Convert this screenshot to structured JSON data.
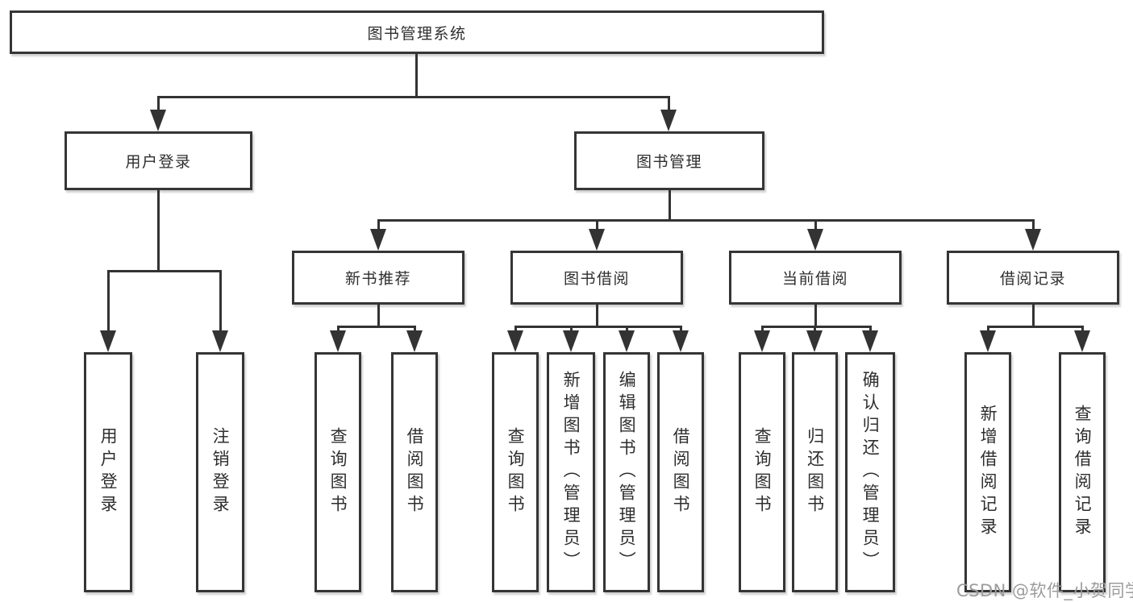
{
  "tree": {
    "root": {
      "label": "图书管理系统",
      "children": [
        {
          "label": "用户登录",
          "children": [
            {
              "label": "用户登录"
            },
            {
              "label": "注销登录"
            }
          ]
        },
        {
          "label": "图书管理",
          "children": [
            {
              "label": "新书推荐",
              "children": [
                {
                  "label": "查询图书"
                },
                {
                  "label": "借阅图书"
                }
              ]
            },
            {
              "label": "图书借阅",
              "children": [
                {
                  "label": "查询图书"
                },
                {
                  "label": "新增图书（管理员）"
                },
                {
                  "label": "编辑图书（管理员）"
                },
                {
                  "label": "借阅图书"
                }
              ]
            },
            {
              "label": "当前借阅",
              "children": [
                {
                  "label": "查询图书"
                },
                {
                  "label": "归还图书"
                },
                {
                  "label": "确认归还（管理员）"
                }
              ]
            },
            {
              "label": "借阅记录",
              "children": [
                {
                  "label": "新增借阅记录"
                },
                {
                  "label": "查询借阅记录"
                }
              ]
            }
          ]
        }
      ]
    }
  },
  "watermark": {
    "text": "CSDN @软件_小贺同学"
  },
  "colors": {
    "line": "#333333",
    "box_border": "#353535",
    "text": "#2e2e2e",
    "watermark": "#9c9c9c",
    "background": "#ffffff"
  }
}
